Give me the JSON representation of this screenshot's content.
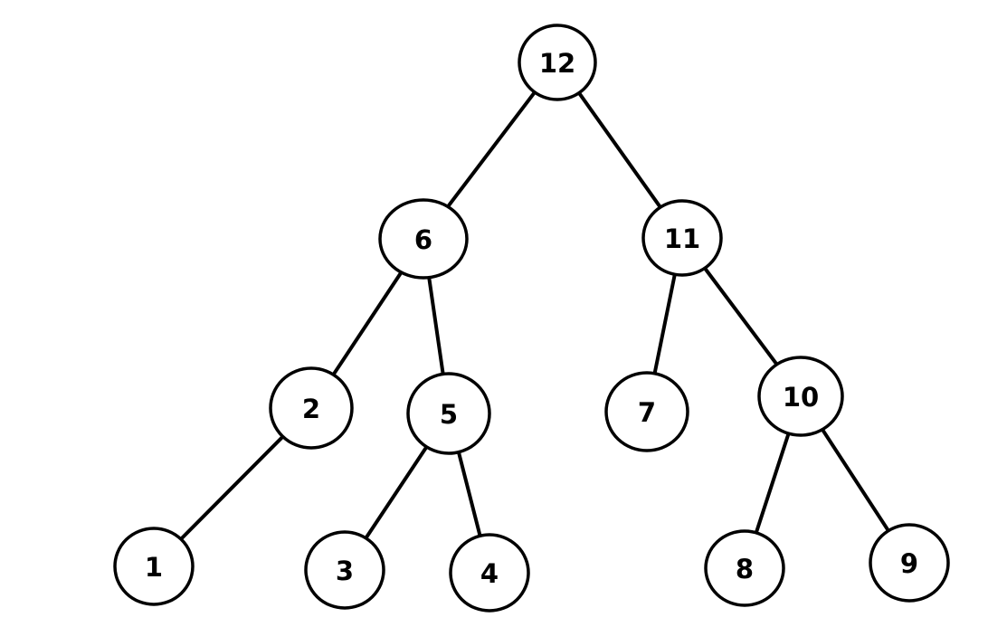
{
  "diagram": {
    "type": "tree",
    "root": "n12",
    "nodes": [
      {
        "id": "n12",
        "label": "12"
      },
      {
        "id": "n6",
        "label": "6"
      },
      {
        "id": "n11",
        "label": "11"
      },
      {
        "id": "n2",
        "label": "2"
      },
      {
        "id": "n5",
        "label": "5"
      },
      {
        "id": "n7",
        "label": "7"
      },
      {
        "id": "n10",
        "label": "10"
      },
      {
        "id": "n1",
        "label": "1"
      },
      {
        "id": "n3",
        "label": "3"
      },
      {
        "id": "n4",
        "label": "4"
      },
      {
        "id": "n8",
        "label": "8"
      },
      {
        "id": "n9",
        "label": "9"
      }
    ],
    "edges": [
      {
        "from": "n12",
        "to": "n6"
      },
      {
        "from": "n12",
        "to": "n11"
      },
      {
        "from": "n6",
        "to": "n2"
      },
      {
        "from": "n6",
        "to": "n5"
      },
      {
        "from": "n11",
        "to": "n7"
      },
      {
        "from": "n11",
        "to": "n10"
      },
      {
        "from": "n2",
        "to": "n1"
      },
      {
        "from": "n5",
        "to": "n3"
      },
      {
        "from": "n5",
        "to": "n4"
      },
      {
        "from": "n10",
        "to": "n8"
      },
      {
        "from": "n10",
        "to": "n9"
      }
    ],
    "colors": {
      "stroke": "#000000",
      "fill": "#ffffff",
      "background": "#ffffff"
    }
  }
}
